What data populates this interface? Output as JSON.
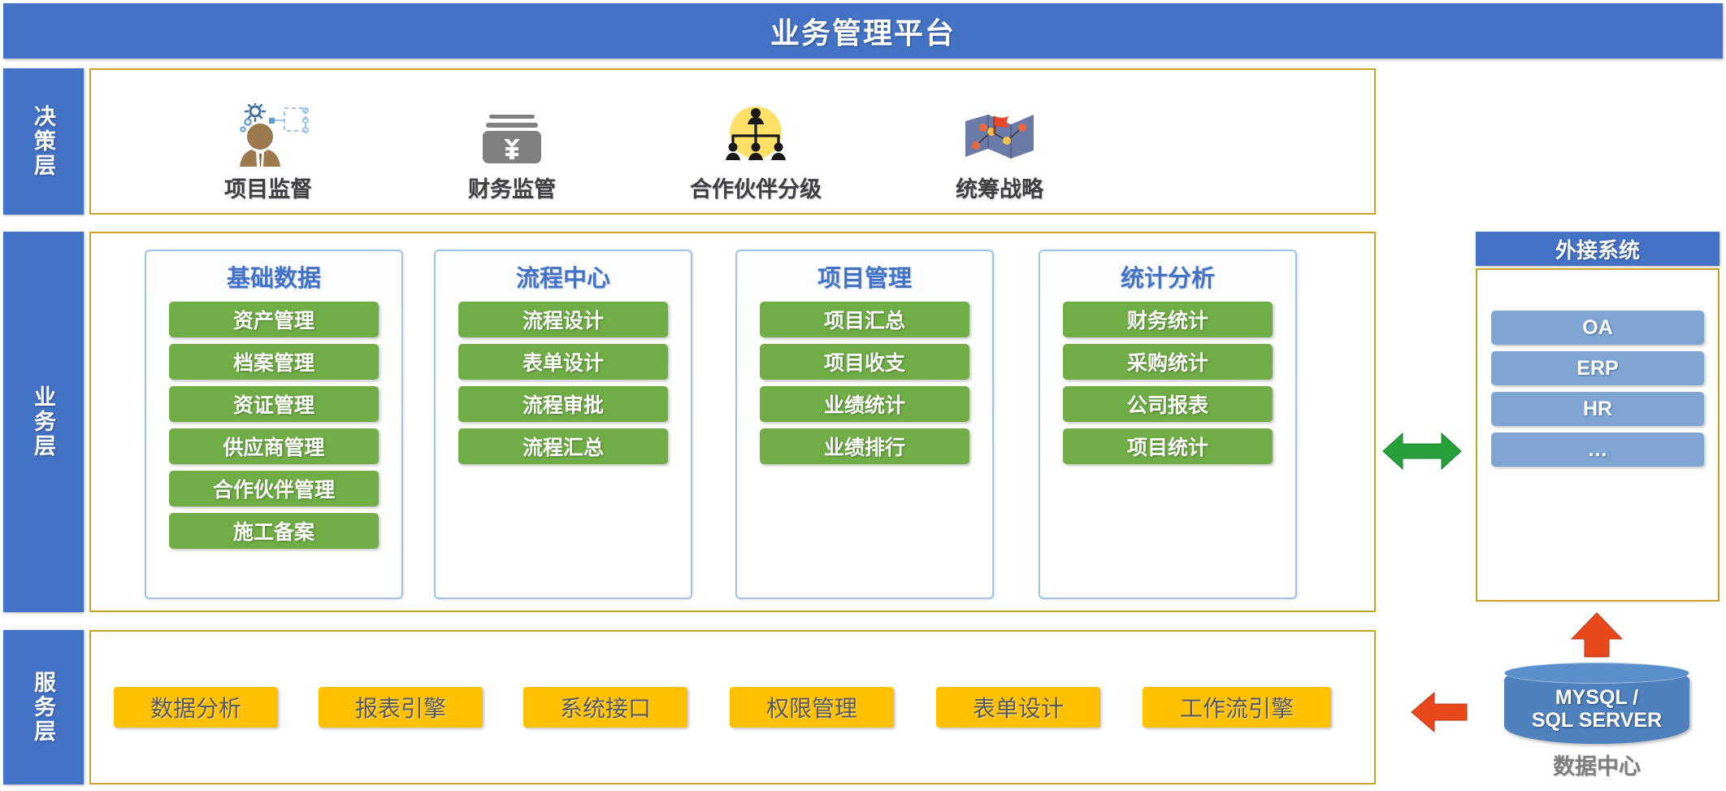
{
  "header": {
    "title": "业务管理平台"
  },
  "layers": {
    "decision": {
      "tab_label": "决策层"
    },
    "business": {
      "tab_label": "业务层"
    },
    "service": {
      "tab_label": "服务层"
    }
  },
  "decision_items": [
    {
      "label": "项目监督",
      "icon": "supervisor-person-gear-icon"
    },
    {
      "label": "财务监管",
      "icon": "money-card-yuan-icon"
    },
    {
      "label": "合作伙伴分级",
      "icon": "org-hierarchy-people-icon"
    },
    {
      "label": "统筹战略",
      "icon": "strategy-map-icon"
    }
  ],
  "business_groups": [
    {
      "title": "基础数据",
      "items": [
        "资产管理",
        "档案管理",
        "资证管理",
        "供应商管理",
        "合作伙伴管理",
        "施工备案"
      ]
    },
    {
      "title": "流程中心",
      "items": [
        "流程设计",
        "表单设计",
        "流程审批",
        "流程汇总"
      ]
    },
    {
      "title": "项目管理",
      "items": [
        "项目汇总",
        "项目收支",
        "业绩统计",
        "业绩排行"
      ]
    },
    {
      "title": "统计分析",
      "items": [
        "财务统计",
        "采购统计",
        "公司报表",
        "项目统计"
      ]
    }
  ],
  "external_system": {
    "title": "外接系统",
    "items": [
      "OA",
      "ERP",
      "HR",
      "…"
    ]
  },
  "service_items": [
    "数据分析",
    "报表引擎",
    "系统接口",
    "权限管理",
    "表单设计",
    "工作流引擎"
  ],
  "data_center": {
    "cylinder_line1": "MYSQL /",
    "cylinder_line2": "SQL SERVER",
    "caption": "数据中心"
  },
  "connectors": {
    "business_to_external": "green-double-arrow-icon",
    "db_to_external": "orange-up-arrow-icon",
    "db_to_service": "orange-left-arrow-icon"
  },
  "colors": {
    "brand_blue": "#4472C4",
    "gold_border": "#C9A227",
    "green_pill": "#70AD47",
    "yellow_pill": "#FFC000",
    "ext_pill_blue": "#7FA6D3",
    "db_blue": "#4E81BD",
    "arrow_green": "#27A03C",
    "arrow_orange": "#E8491B"
  }
}
